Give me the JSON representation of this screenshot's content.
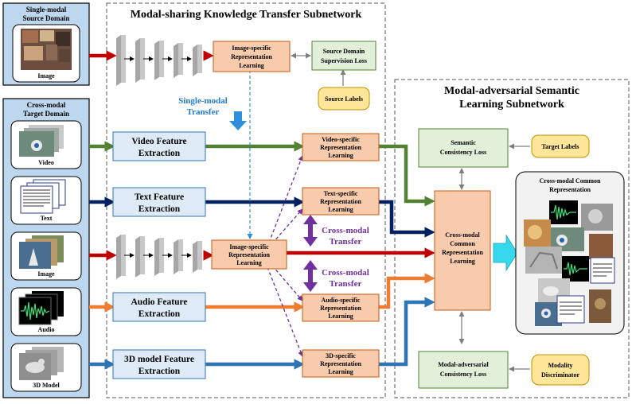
{
  "panels": {
    "single_modal_title": [
      "Single-modal",
      "Source Domain"
    ],
    "single_modal_image": "Image",
    "cross_modal_title": [
      "Cross-modal",
      "Target Domain"
    ],
    "cross_modal_items": [
      "Video",
      "Text",
      "Image",
      "Audio",
      "3D Model"
    ]
  },
  "subnetworks": {
    "sharing": "Modal-sharing Knowledge Transfer Subnetwork",
    "adversarial": [
      "Modal-adversarial Semantic",
      "Learning Subnetwork"
    ]
  },
  "boxes": {
    "image_specific_top": [
      "Image-specific",
      "Representation",
      "Learning"
    ],
    "source_loss": [
      "Source Domain",
      "Supervision Loss"
    ],
    "source_labels": "Source Labels",
    "video_feature": [
      "Video Feature",
      "Extraction"
    ],
    "text_feature": [
      "Text Feature",
      "Extraction"
    ],
    "audio_feature": [
      "Audio Feature",
      "Extraction"
    ],
    "model3d_feature": [
      "3D model Feature",
      "Extraction"
    ],
    "video_specific": [
      "Video-specific",
      "Representation",
      "Learning"
    ],
    "text_specific": [
      "Text-specific",
      "Representation",
      "Learning"
    ],
    "image_specific_mid": [
      "Image-specific",
      "Representation",
      "Learning"
    ],
    "audio_specific": [
      "Audio-specific",
      "Representation",
      "Learning"
    ],
    "model3d_specific": [
      "3D-specific",
      "Representation",
      "Learning"
    ],
    "semantic_loss": [
      "Semantic",
      "Consistency Loss"
    ],
    "target_labels": "Target Labels",
    "common_learning": [
      "Cross-modal",
      "Common",
      "Representation",
      "Learning"
    ],
    "adversarial_loss": [
      "Modal-adversarial",
      "Consistency Loss"
    ],
    "discriminator": [
      "Modality",
      "Discriminator"
    ],
    "common_repr_title": [
      "Cross-modal Common",
      "Representation"
    ]
  },
  "annotations": {
    "single_transfer": [
      "Single-modal",
      "Transfer"
    ],
    "cross_transfer_1": [
      "Cross-modal",
      "Transfer"
    ],
    "cross_transfer_2": [
      "Cross-modal",
      "Transfer"
    ]
  },
  "colors": {
    "image_red": "#c00000",
    "video_green": "#548235",
    "text_navy": "#002060",
    "audio_orange": "#ed7d31",
    "model3d_blue": "#2e75b6",
    "transfer_blue": "#2f8fdc",
    "cross_purple": "#7030a0",
    "feature_box": "#deebf7",
    "repr_box": "#f8cbad",
    "loss_box": "#e2f0d9",
    "label_box": "#ffe699",
    "common_arrow": "#35d8ec"
  }
}
